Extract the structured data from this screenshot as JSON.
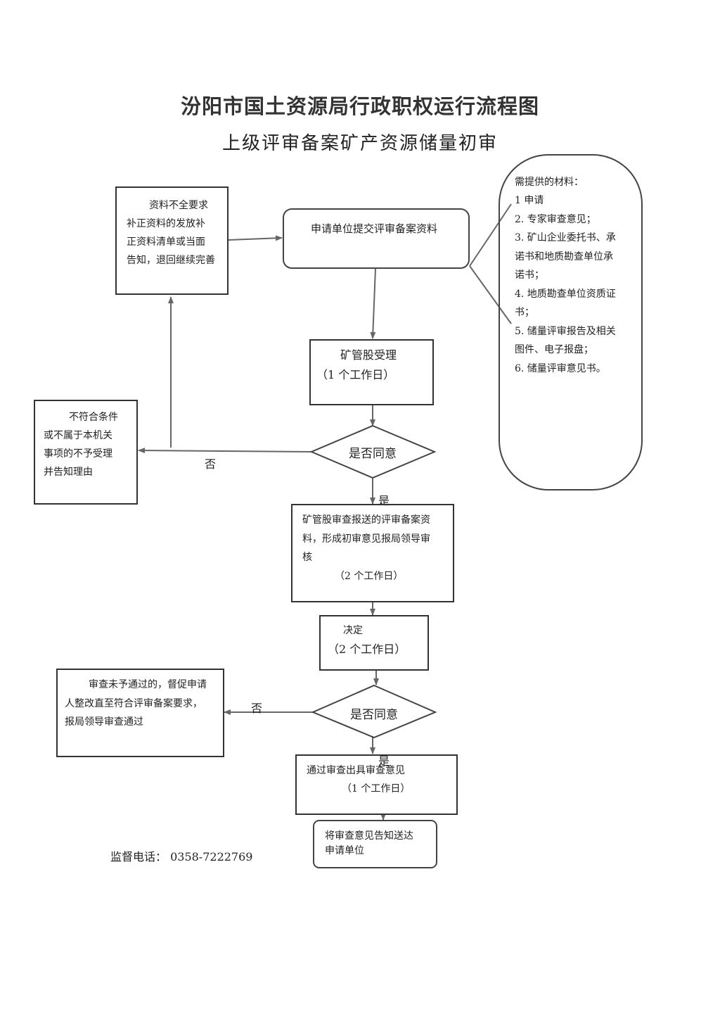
{
  "title": "汾阳市国土资源局行政职权运行流程图",
  "subtitle": "上级评审备案矿产资源储量初审",
  "materials": {
    "heading": "需提供的材料：",
    "items": [
      "1 申请",
      "2. 专家审查意见；",
      "3. 矿山企业委托书、承",
      "诺书和地质勘查单位承",
      "诺书；",
      "4. 地质勘查单位资质证",
      "书；",
      "5. 储量评审报告及相关",
      "图件、电子报盘；",
      "6. 储量评审意见书。"
    ]
  },
  "boxes": {
    "supplement": [
      "资料不全要求",
      "补正资料的发放补",
      "正资料清单或当面",
      "告知，退回继续完善"
    ],
    "submit": "申请单位提交评审备案资料",
    "accept": [
      "矿管股受理",
      "（1 个工作日）"
    ],
    "reject": [
      "不符合条件",
      "或不属于本机关",
      "事项的不予受理",
      "并告知理由"
    ],
    "review": [
      "矿管股审查报送的评审备案资",
      "料，形成初审意见报局领导审",
      "核",
      "（2 个工作日）"
    ],
    "decide": [
      "决定",
      "（2 个工作日）"
    ],
    "fail": [
      "审查未予通过的，督促申请",
      "人整改直至符合评审备案要求，",
      "报局领导审查通过"
    ],
    "pass": [
      "通过审查出具审查意见",
      "（1 个工作日）"
    ],
    "notify": [
      "将审查意见告知送达",
      "申请单位"
    ]
  },
  "decisions": {
    "d1": "是否同意",
    "d2": "是否同意"
  },
  "labels": {
    "yes1": "是",
    "no1": "否",
    "yes2": "是",
    "no2": "否"
  },
  "footer": "监督电话： 0358-7222769"
}
